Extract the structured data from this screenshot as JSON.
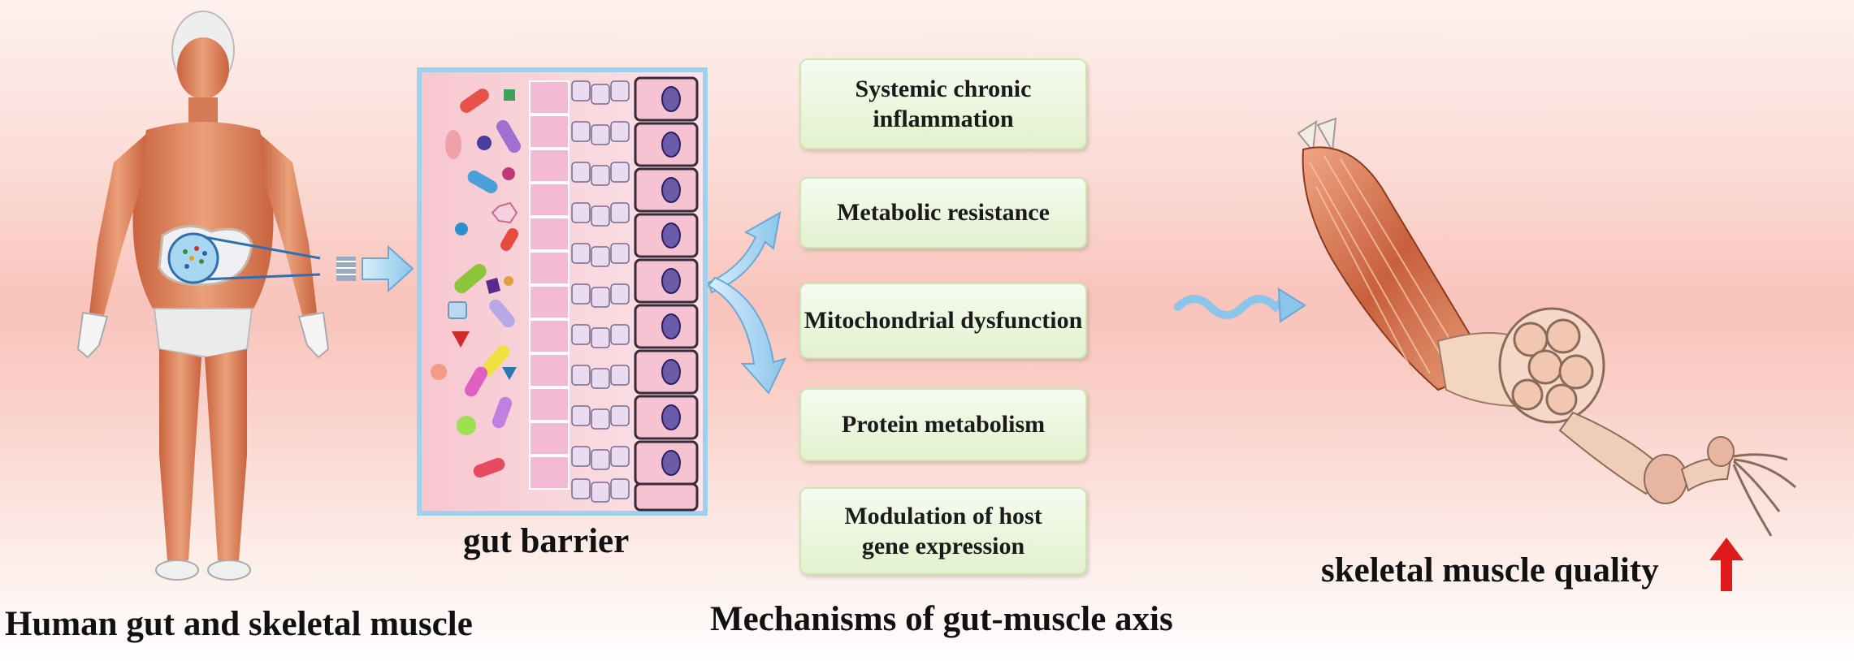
{
  "labels": {
    "human": "Human gut and skeletal muscle",
    "gut_barrier": "gut barrier",
    "axis": "Mechanisms of gut-muscle axis",
    "muscle_quality": "skeletal muscle quality"
  },
  "mechanisms": [
    {
      "line1": "Systemic chronic",
      "line2": "inflammation"
    },
    {
      "line1": "Metabolic resistance",
      "line2": ""
    },
    {
      "line1": "Mitochondrial dysfunction",
      "line2": ""
    },
    {
      "line1": "Protein metabolism",
      "line2": ""
    },
    {
      "line1": "Modulation of host",
      "line2": "gene expression"
    }
  ],
  "colors": {
    "box_fill": "#e3f1cf",
    "arrow_blue": "#9fd0ee",
    "up_arrow": "#e01a1a",
    "muscle": "#d9835a",
    "epithelium": "#f2b6cf"
  },
  "icons": {
    "indicator_up": "red-up-arrow-icon",
    "flow": "wavy-arrow-icon"
  }
}
